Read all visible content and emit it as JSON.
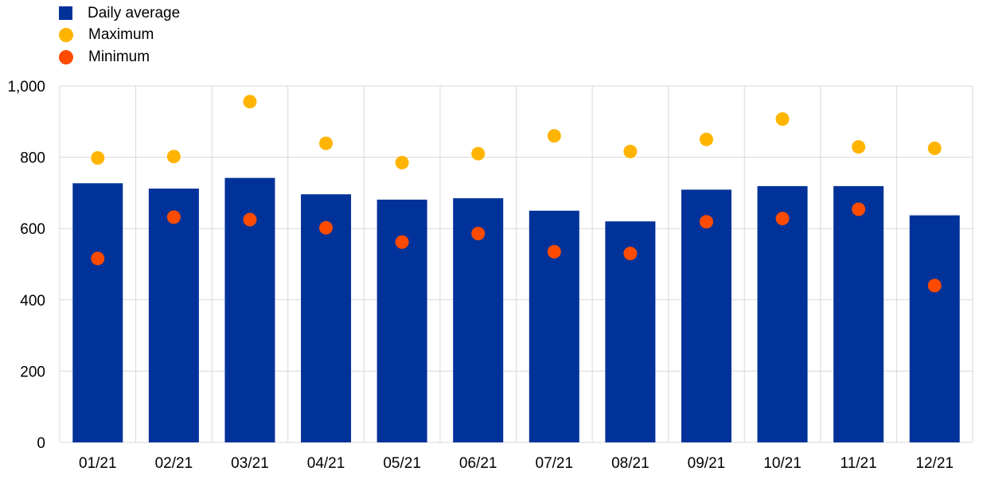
{
  "chart_data": {
    "type": "bar",
    "categories": [
      "01/21",
      "02/21",
      "03/21",
      "04/21",
      "05/21",
      "06/21",
      "07/21",
      "08/21",
      "09/21",
      "10/21",
      "11/21",
      "12/21"
    ],
    "series": [
      {
        "name": "Daily average",
        "kind": "bar",
        "color": "#003299",
        "values": [
          727,
          712,
          742,
          696,
          681,
          685,
          650,
          620,
          709,
          719,
          719,
          637
        ]
      },
      {
        "name": "Maximum",
        "kind": "marker",
        "color": "#ffb400",
        "values": [
          798,
          802,
          956,
          839,
          785,
          810,
          860,
          816,
          850,
          907,
          829,
          825
        ]
      },
      {
        "name": "Minimum",
        "kind": "marker",
        "color": "#ff4b00",
        "values": [
          516,
          632,
          625,
          602,
          562,
          586,
          535,
          530,
          619,
          628,
          654,
          440
        ]
      }
    ],
    "y_ticks": [
      "0",
      "200",
      "400",
      "600",
      "800",
      "1,000"
    ],
    "ylim": [
      0,
      1000
    ],
    "grid": true,
    "legend_position": "top-left"
  }
}
